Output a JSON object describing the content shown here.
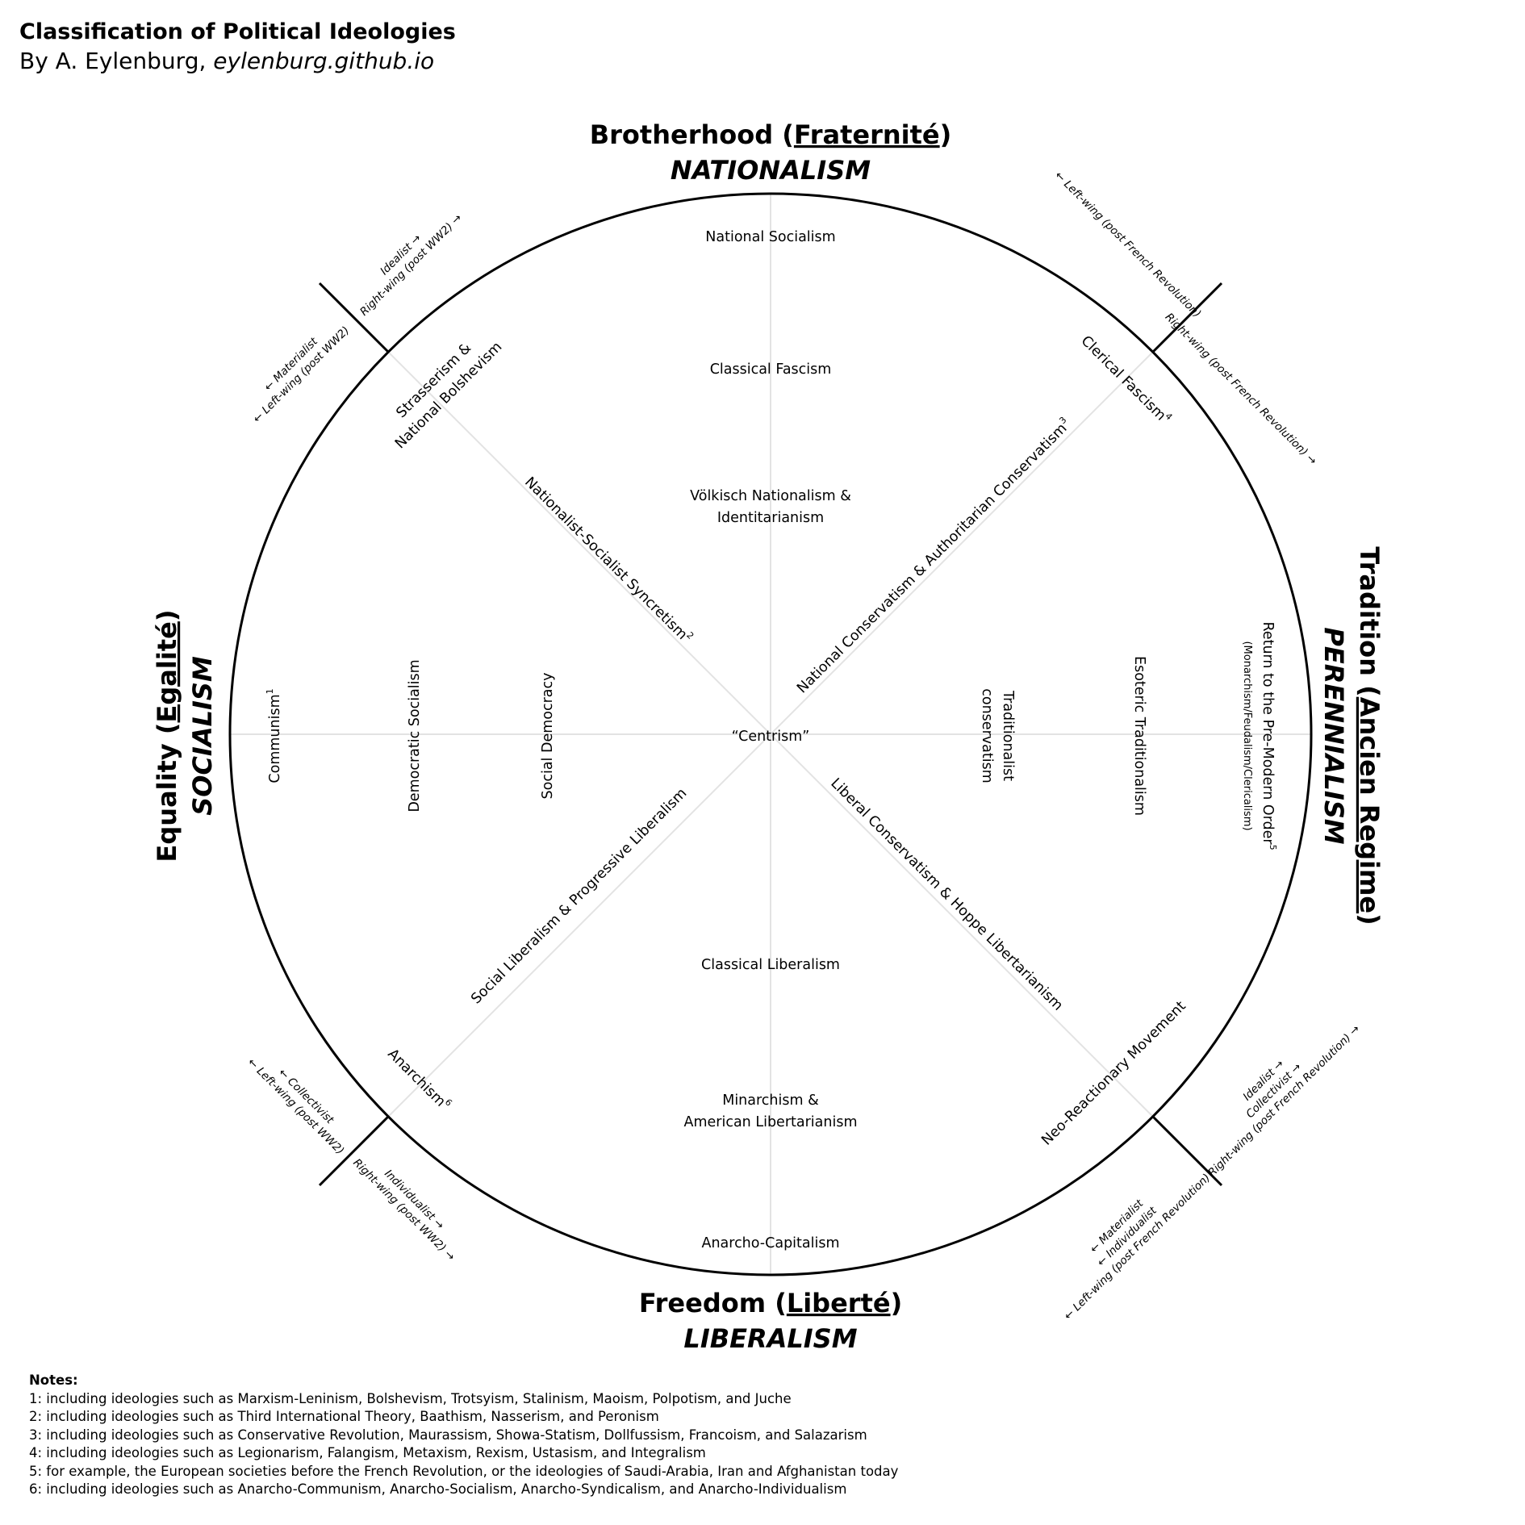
{
  "header": {
    "title": "Classification of Political Ideologies",
    "byline_prefix": "By A. Eylenburg, ",
    "byline_site": "eylenburg.github.io"
  },
  "poles": {
    "top": {
      "pre": "Brotherhood (",
      "u": "Fraternité",
      "post": ")",
      "ideology": "NATIONALISM"
    },
    "bottom": {
      "pre": "Freedom (",
      "u": "Liberté",
      "post": ")",
      "ideology": "LIBERALISM"
    },
    "left": {
      "pre": "Equality (",
      "u": "Egalité",
      "post": ")",
      "ideology": "SOCIALISM"
    },
    "right": {
      "pre": "Tradition (",
      "u": "Ancien Regime",
      "post": ")",
      "ideology": "PERENNIALISM"
    }
  },
  "ideologies": {
    "top1": "National Socialism",
    "top2": "Classical Fascism",
    "top3a": "Völkisch Nationalism &",
    "top3b": "Identitarianism",
    "center": "“Centrism”",
    "bottom1": "Classical Liberalism",
    "bottom2a": "Minarchism &",
    "bottom2b": "American Libertarianism",
    "bottom3": "Anarcho-Capitalism",
    "left1": "Communism",
    "left1_sup": "1",
    "left2": "Democratic Socialism",
    "left3": "Social Democracy",
    "right1a": "Traditionalist",
    "right1b": "conservatism",
    "right2": "Esoteric Traditionalism",
    "right3": "Return to the Pre-Modern Order",
    "right3_sup": "5",
    "right3_sub": "(Monarchism/Feudalism/Clericalism)",
    "nw_a": "Strasserism &",
    "nw_b": "National Bolshevism",
    "nw_mid": "Nationalist-Socialist Syncretism",
    "nw_mid_sup": "2",
    "ne_outer": "Clerical Fascism",
    "ne_outer_sup": "4",
    "ne_mid": "National Conservatism & Authoritarian Conservatism",
    "ne_mid_sup": "3",
    "sw_outer": "Anarchism",
    "sw_outer_sup": "6",
    "sw_mid": "Social Liberalism & Progressive Liberalism",
    "se_mid": "Liberal Conservatism & Hoppe Libertarianism",
    "se_outer": "Neo-Reactionary Movement"
  },
  "axis_notes": {
    "nw_in1": "Idealist →",
    "nw_in2": "Right-wing (post WW2) →",
    "nw_out1": "← Materialist",
    "nw_out2": "← Left-wing (post WW2)",
    "ne_out": "← Left-wing (post French Revolution)",
    "ne_in": "Right-wing (post French Revolution) →",
    "sw_out1": "← Collectivist",
    "sw_out2": "← Left-wing (post WW2)",
    "sw_in1": "Individualist →",
    "sw_in2": "Right-wing (post WW2) →",
    "se_in1": "Idealist →",
    "se_in2": "Collectivist →",
    "se_in3": "Right-wing (post French Revolution) →",
    "se_out1": "← Materialist",
    "se_out2": "← Individualist",
    "se_out3": "← Left-wing (post French Revolution)"
  },
  "notes": {
    "heading": "Notes:",
    "items": [
      "1: including ideologies such as Marxism-Leninism, Bolshevism, Trotsyism, Stalinism, Maoism, Polpotism, and Juche",
      "2: including ideologies such as Third International Theory, Baathism, Nasserism, and Peronism",
      "3: including ideologies such as Conservative Revolution, Maurassism, Showa-Statism, Dollfussism, Francoism, and Salazarism",
      "4: including ideologies such as Legionarism, Falangism, Metaxism, Rexism, Ustasism, and Integralism",
      "5: for example, the European societies before the French Revolution, or the ideologies of Saudi-Arabia, Iran and Afghanistan today",
      "6: including ideologies such as Anarcho-Communism, Anarcho-Socialism, Anarcho-Syndicalism, and Anarcho-Individualism"
    ]
  }
}
